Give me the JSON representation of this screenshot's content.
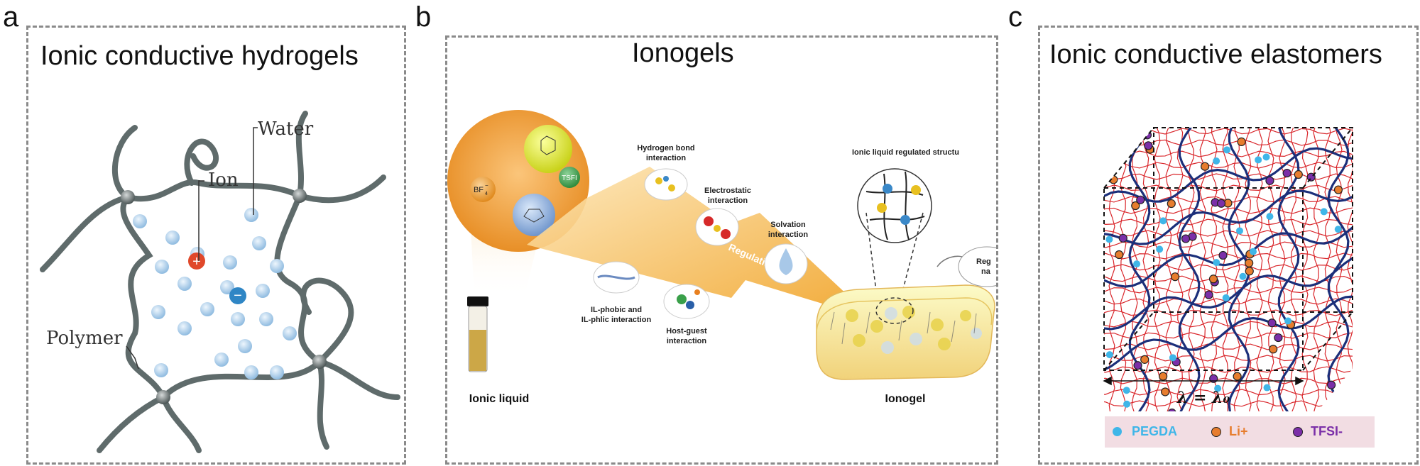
{
  "panels": {
    "a": {
      "letter": "a",
      "title": "Ionic conductive hydrogels",
      "labels": {
        "water": "Water",
        "ion": "Ion",
        "polymer": "Polymer"
      }
    },
    "b": {
      "letter": "b",
      "title": "Ionogels",
      "labels": {
        "tsfi": "TSFI",
        "bf4": "BF",
        "bf4_sub": "4",
        "bf4_sup": "−",
        "ionic_liquid": "Ionic liquid",
        "ionogel": "Ionogel",
        "regulating": "Regulating",
        "hydrogen_bond": [
          "Hydrogen bond",
          "interaction"
        ],
        "electrostatic": [
          "Electrostatic",
          "interaction"
        ],
        "solvation": [
          "Solvation",
          "interaction"
        ],
        "il_phobic": [
          "IL-phobic and",
          "IL-phlic interaction"
        ],
        "host_guest": [
          "Host-guest",
          "interaction"
        ],
        "regulated_structure": "Ionic liquid regulated structu",
        "cut_off": [
          "Reg",
          "na"
        ]
      }
    },
    "c": {
      "letter": "c",
      "title": "Ionic conductive elastomers",
      "equation": "λ = λ₀",
      "legend": [
        {
          "label": "PEGDA",
          "color": "#3fb6e8"
        },
        {
          "label": "Li+",
          "color": "#e77d2e"
        },
        {
          "label": "TFSI-",
          "color": "#7b2fa8"
        }
      ]
    }
  },
  "colors": {
    "panel_border": "#8a8a8a",
    "polymer_chain": "#5f6b6b",
    "ion_plus": "#e0482a",
    "ion_minus": "#2f86c5",
    "water_bead": "#b8d7ef",
    "arrow": "#f0a020",
    "network_red": "#d9252a",
    "network_blue": "#1b2f7a"
  }
}
